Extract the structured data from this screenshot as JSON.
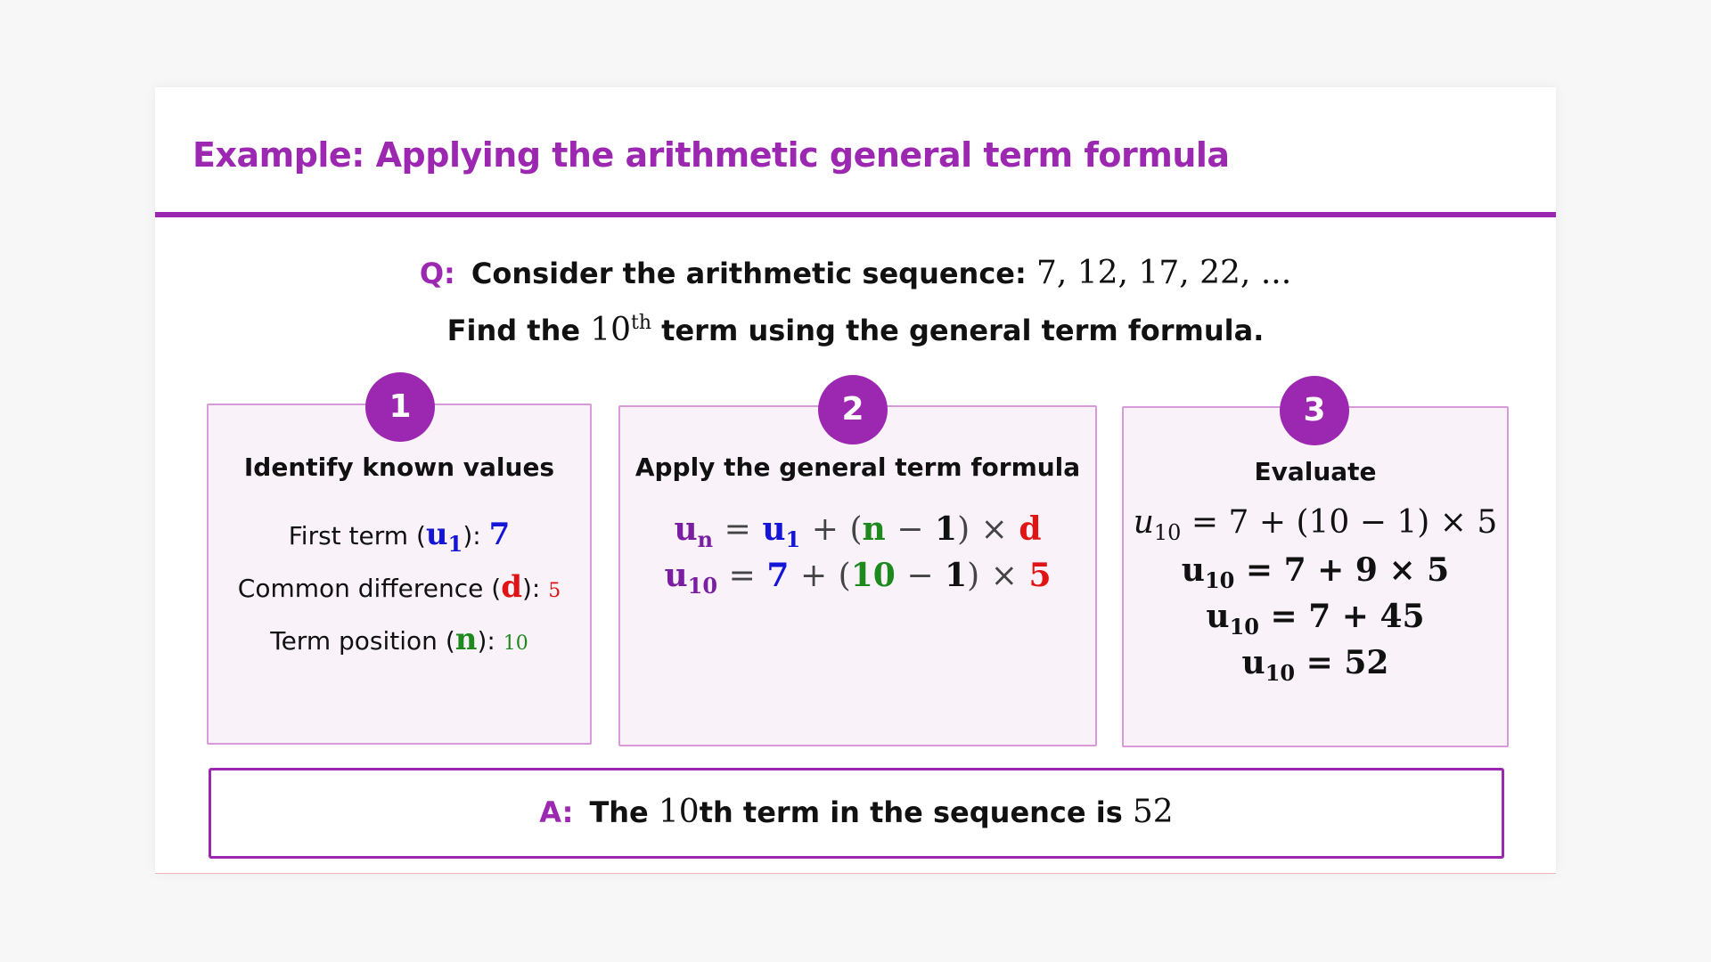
{
  "title": "Example: Applying the arithmetic general term formula",
  "question": {
    "label": "Q:",
    "line1_text": "Consider the arithmetic sequence:",
    "sequence": "7, 12, 17, 22, ...",
    "line2_prefix": "Find the",
    "line2_num": "10",
    "line2_sup": "th",
    "line2_suffix": "term using the general term formula."
  },
  "steps": [
    {
      "number": "1",
      "title": "Identify known values",
      "items": [
        {
          "label": "First term",
          "open": "(",
          "sym": "u",
          "sub": "1",
          "close": "):",
          "value": "7"
        },
        {
          "label": "Common difference",
          "open": "(",
          "sym": "d",
          "close": "):",
          "value": "5"
        },
        {
          "label": "Term position",
          "open": "(",
          "sym": "n",
          "close": "):",
          "value": "10"
        }
      ]
    },
    {
      "number": "2",
      "title": "Apply the general term formula",
      "formula1": {
        "lhs": "u",
        "lhs_sub": "n",
        "eq": "=",
        "a": "u",
        "a_sub": "1",
        "plus": "+",
        "lp": "(",
        "n": "n",
        "minus": "−",
        "one": "1",
        "rp": ")",
        "times": "×",
        "d": "d"
      },
      "formula2": {
        "lhs": "u",
        "lhs_sub": "10",
        "eq": "=",
        "a": "7",
        "plus": "+",
        "lp": "(",
        "n": "10",
        "minus": "−",
        "one": "1",
        "rp": ")",
        "times": "×",
        "d": "5"
      }
    },
    {
      "number": "3",
      "title": "Evaluate",
      "lines": [
        {
          "lhs": "u",
          "sub": "10",
          "rhs": "= 7 + (10 − 1) × 5"
        },
        {
          "lhs": "u",
          "sub": "10",
          "rhs": "= 7 + 9 × 5"
        },
        {
          "lhs": "u",
          "sub": "10",
          "rhs": "= 7 + 45"
        },
        {
          "lhs": "u",
          "sub": "10",
          "rhs": "= 52"
        }
      ]
    }
  ],
  "answer": {
    "label": "A:",
    "prefix": "The",
    "num": "10",
    "middle": "th term in the sequence is",
    "value": "52"
  },
  "colors": {
    "accent": "#9c27b0",
    "u1": "#1515d8",
    "d": "#e01414",
    "n": "#1e8a1e",
    "un": "#7b1fa2"
  }
}
